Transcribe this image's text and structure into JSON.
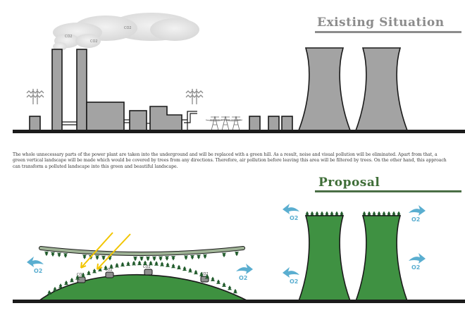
{
  "titles": {
    "existing": "Existing  Situation",
    "proposal": "Proposal"
  },
  "description": "The whole unnecessary parts of the power plant are taken into the underground and will be replaced with a green hill. As a result, noise and visual pollution will be eliminated. Apart from that, a green vertical landscape will be made which would be covered by trees from any directions. Therefore, air pollution before leaving this area will be filtered by trees. On the other hand, this approach can transform a polluted landscape into this green and beautiful landscape.",
  "labels": {
    "co2": "CO2",
    "o2": "O2"
  },
  "colors": {
    "building_gray": "#a3a3a3",
    "outline": "#1a1a1a",
    "tower_green": "#3f9142",
    "hill_green": "#3e9140",
    "tree_green": "#1f5a2a",
    "roof_sage": "#9fb396",
    "sun_ray": "#f2c500",
    "oxygen_blue": "#5aaed0",
    "ground": "#1b1b1b"
  }
}
